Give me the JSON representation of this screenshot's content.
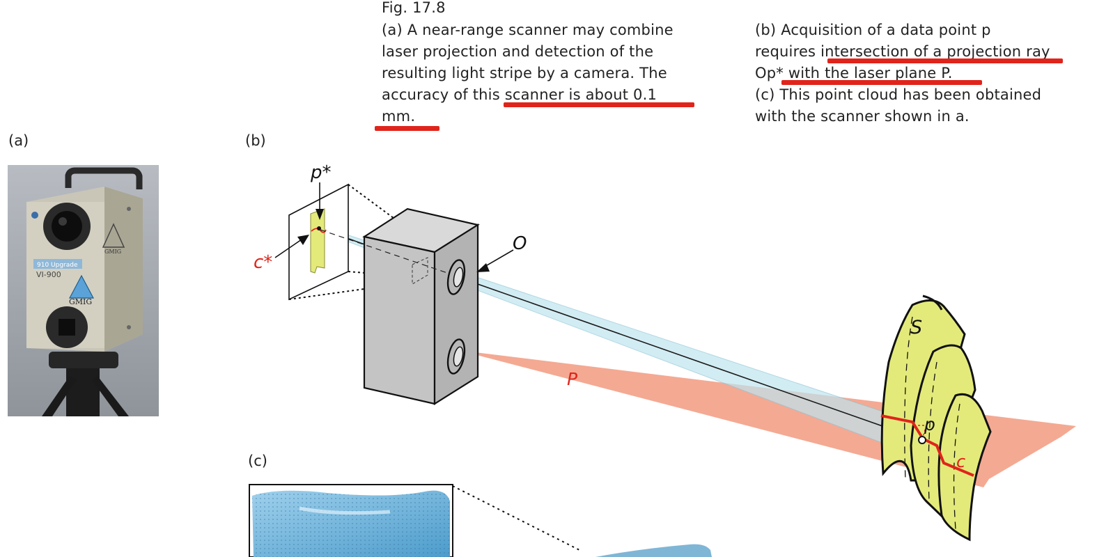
{
  "figure": {
    "label": "Fig. 17.8",
    "caption_a_lines": [
      "(a) A near-range scanner may combine",
      "laser projection and detection of the",
      "resulting light stripe by a camera. The",
      "accuracy of this scanner is about 0.1",
      "mm."
    ],
    "caption_b_lines": [
      "(b) Acquisition of a data point p",
      "requires intersection of a projection ray",
      "Op* with the laser plane P.",
      "(c) This point cloud has been obtained",
      "with the scanner shown in a."
    ]
  },
  "panels": {
    "a": "(a)",
    "b": "(b)",
    "c": "(c)"
  },
  "diagram_labels": {
    "p_star": "p*",
    "c_star": "c*",
    "O": "O",
    "P": "P",
    "S": "S",
    "p": "p",
    "c": "c"
  },
  "scanner_photo": {
    "sticker": "910 Upgrade",
    "model": "VI-900",
    "logo_text_1": "GMIG",
    "logo_text_2": "GMIG"
  },
  "colors": {
    "highlight_underline": "#e0241b",
    "laser_plane": "#f29a80",
    "surface": "#e3ea7a",
    "label_red": "#e0241b"
  }
}
